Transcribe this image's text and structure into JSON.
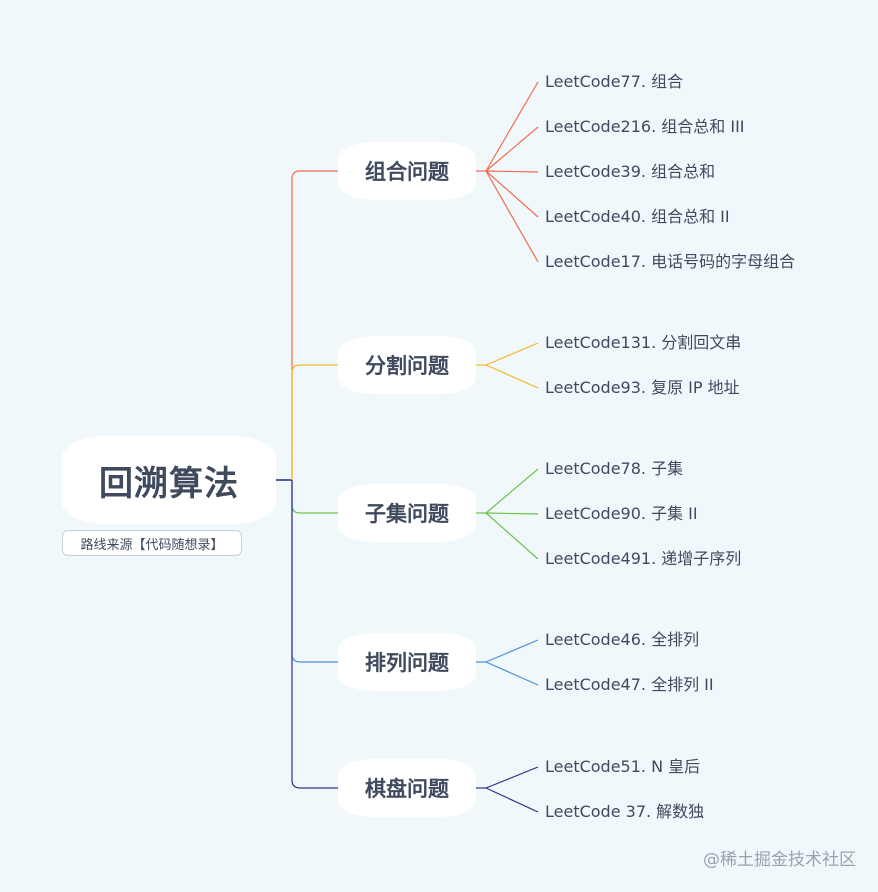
{
  "root": {
    "label": "回溯算法",
    "note": "路线来源【代码随想录】"
  },
  "branches": [
    {
      "label": "组合问题",
      "color": "#f26c4f",
      "leaves": [
        "LeetCode77. 组合",
        "LeetCode216. 组合总和 III",
        "LeetCode39. 组合总和",
        "LeetCode40. 组合总和 II",
        "LeetCode17. 电话号码的字母组合"
      ]
    },
    {
      "label": "分割问题",
      "color": "#f5b72a",
      "leaves": [
        "LeetCode131. 分割回文串",
        "LeetCode93. 复原 IP 地址"
      ]
    },
    {
      "label": "子集问题",
      "color": "#6cc24a",
      "leaves": [
        "LeetCode78. 子集",
        "LeetCode90. 子集 II",
        "LeetCode491. 递增子序列"
      ]
    },
    {
      "label": "排列问题",
      "color": "#4a90d9",
      "leaves": [
        "LeetCode46. 全排列",
        "LeetCode47. 全排列 II"
      ]
    },
    {
      "label": "棋盘问题",
      "color": "#2e3580",
      "leaves": [
        "LeetCode51. N 皇后",
        "LeetCode 37. 解数独"
      ]
    }
  ],
  "trunk_color": "#2e3580",
  "watermark": "@稀土掘金技术社区"
}
